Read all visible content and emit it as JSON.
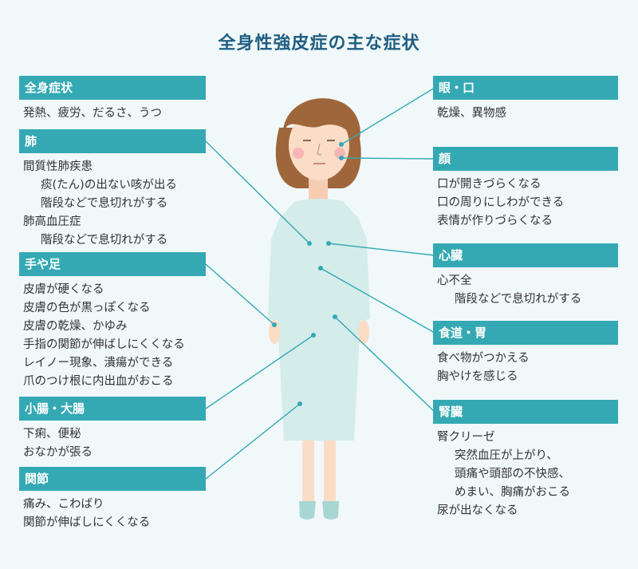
{
  "title": "全身性強皮症の主な症状",
  "colors": {
    "header": "#34a9b3",
    "title": "#1f5e82",
    "connector": "#34a9b3",
    "background": "#f0f8f9",
    "dress": "#d4ecea",
    "skin": "#fbdcc6",
    "hair": "#a0663b"
  },
  "sections": {
    "general": {
      "title": "全身症状",
      "lines": [
        "発熱、疲労、だるさ、うつ"
      ]
    },
    "lung": {
      "title": "肺",
      "lines": [
        "間質性肺疾患",
        "痰(たん)の出ない咳が出る",
        "階段などで息切れがする",
        "肺高血圧症",
        "階段などで息切れがする"
      ]
    },
    "hand": {
      "title": "手や足",
      "lines": [
        "皮膚が硬くなる",
        "皮膚の色が黒っぽくなる",
        "皮膚の乾燥、かゆみ",
        "手指の関節が伸ばしにくくなる",
        "レイノー現象、潰瘍ができる",
        "爪のつけ根に内出血がおこる"
      ]
    },
    "intestine": {
      "title": "小腸・大腸",
      "lines": [
        "下痢、便秘",
        "おなかが張る"
      ]
    },
    "joint": {
      "title": "関節",
      "lines": [
        "痛み、こわばり",
        "関節が伸ばしにくくなる"
      ]
    },
    "eye": {
      "title": "眼・口",
      "lines": [
        "乾燥、異物感"
      ]
    },
    "face": {
      "title": "顔",
      "lines": [
        "口が開きづらくなる",
        "口の周りにしわができる",
        "表情が作りづらくなる"
      ]
    },
    "heart": {
      "title": "心臓",
      "lines": [
        "心不全",
        "階段などで息切れがする"
      ]
    },
    "esophagus": {
      "title": "食道・胃",
      "lines": [
        "食べ物がつかえる",
        "胸やけを感じる"
      ]
    },
    "kidney": {
      "title": "腎臓",
      "lines": [
        "腎クリーゼ",
        "突然血圧が上がり、",
        "頭痛や頭部の不快感、",
        "めまい、胸痛がおこる",
        "尿が出なくなる"
      ]
    }
  }
}
